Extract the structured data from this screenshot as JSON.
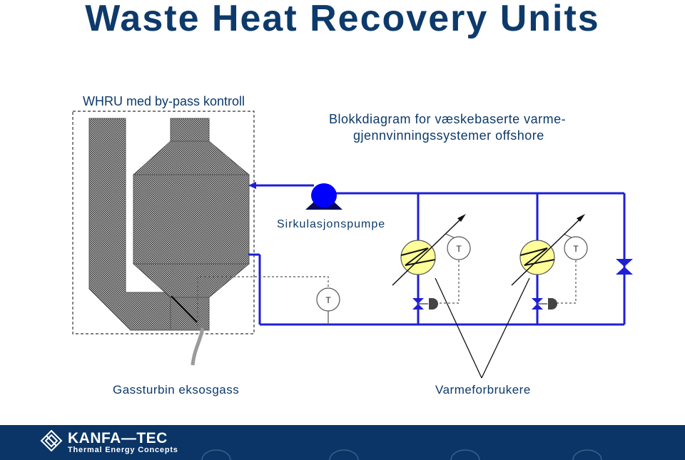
{
  "title": "Waste Heat Recovery Units",
  "labels": {
    "whru": "WHRU med by-pass kontroll",
    "block_line1": "Blokkdiagram for væskebaserte varme-",
    "block_line2": "gjennvinningssystemer offshore",
    "pump": "Sirkulasjonspumpe",
    "gas": "Gassturbin eksosgass",
    "consumers": "Varmeforbrukere"
  },
  "sensors": [
    "T",
    "T",
    "T"
  ],
  "footer": {
    "brand": "KANFA—TEC",
    "tagline": "Thermal Energy Concepts"
  },
  "colors": {
    "title": "#0d3a6b",
    "pipe": "#1f1fd6",
    "pump": "#0000ff",
    "consumer_fill": "#ffff99",
    "footer": "#0b3566"
  }
}
